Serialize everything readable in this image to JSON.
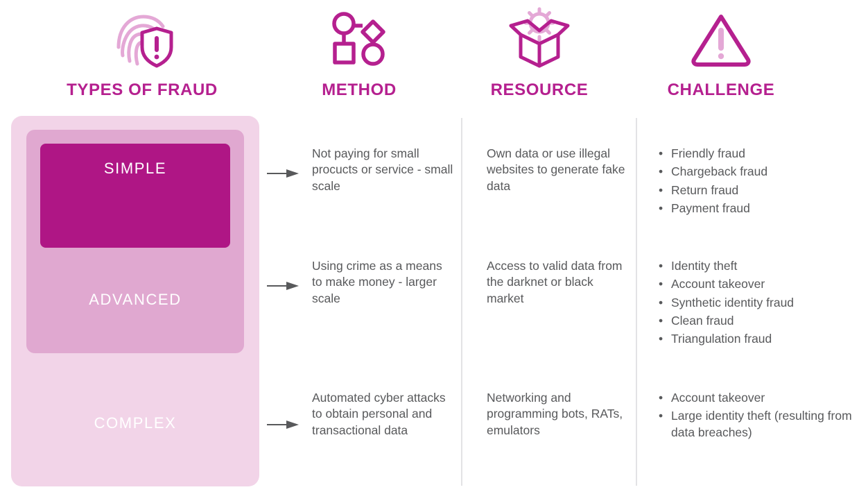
{
  "columns": {
    "fraud": {
      "label": "TYPES OF FRAUD",
      "icon": "fingerprint-shield-alert-icon"
    },
    "method": {
      "label": "METHOD",
      "icon": "network-nodes-shapes-icon"
    },
    "resource": {
      "label": "RESOURCE",
      "icon": "open-box-gear-icon"
    },
    "challenge": {
      "label": "CHALLENGE",
      "icon": "warning-triangle-icon"
    }
  },
  "tiers": {
    "simple": "SIMPLE",
    "advanced": "ADVANCED",
    "complex": "COMPLEX"
  },
  "colors": {
    "heading": "#B5208F",
    "simple_box": "#AF1685",
    "advanced_box": "#E0A8D0",
    "complex_box": "#F2D4E8",
    "body_text": "#58595B",
    "divider": "#E3E3E5"
  },
  "rows": [
    {
      "tier": "SIMPLE",
      "method": "Not paying for small procucts or service - small scale",
      "resource": "Own data or use illegal websites to generate fake data",
      "challenges": [
        "Friendly fraud",
        "Chargeback fraud",
        "Return fraud",
        "Payment fraud"
      ]
    },
    {
      "tier": "ADVANCED",
      "method": "Using crime as a means to make money - larger scale",
      "resource": "Access to valid data from the darknet or black market",
      "challenges": [
        "Identity theft",
        "Account takeover",
        "Synthetic identity fraud",
        "Clean fraud",
        "Triangulation fraud"
      ]
    },
    {
      "tier": "COMPLEX",
      "method": "Automated cyber attacks to obtain personal and transactional data",
      "resource": "Networking and programming bots, RATs, emulators",
      "challenges": [
        "Account takeover",
        "Large identity theft (resulting from data breaches)"
      ]
    }
  ]
}
